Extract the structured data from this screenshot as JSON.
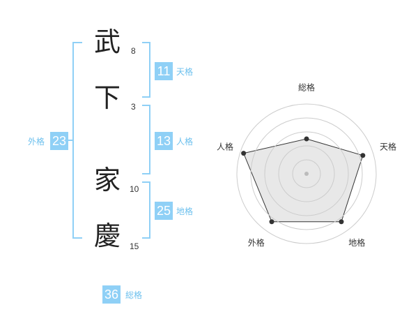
{
  "name": {
    "characters": [
      {
        "char": "武",
        "strokes": "8"
      },
      {
        "char": "下",
        "strokes": "3"
      },
      {
        "char": "家",
        "strokes": "10"
      },
      {
        "char": "慶",
        "strokes": "15"
      }
    ]
  },
  "fortune": {
    "tenkaku": {
      "value": "11",
      "label": "天格"
    },
    "jinkaku": {
      "value": "13",
      "label": "人格"
    },
    "chikaku": {
      "value": "25",
      "label": "地格"
    },
    "gaikaku": {
      "value": "23",
      "label": "外格"
    },
    "soukaku": {
      "value": "36",
      "label": "総格"
    }
  },
  "chart_data": {
    "type": "radar",
    "axes": [
      "総格",
      "天格",
      "地格",
      "外格",
      "人格"
    ],
    "values": [
      0.5,
      0.85,
      0.85,
      0.85,
      0.95
    ],
    "range": [
      0,
      1
    ],
    "rings": 4,
    "colors": {
      "fill": "#e5e5e5",
      "line": "#333333",
      "ring": "#cccccc",
      "point": "#333333",
      "center": "#bbbbbb"
    }
  },
  "colors": {
    "accent": "#8fd0f6",
    "accent_text": "#6ec1ee"
  }
}
